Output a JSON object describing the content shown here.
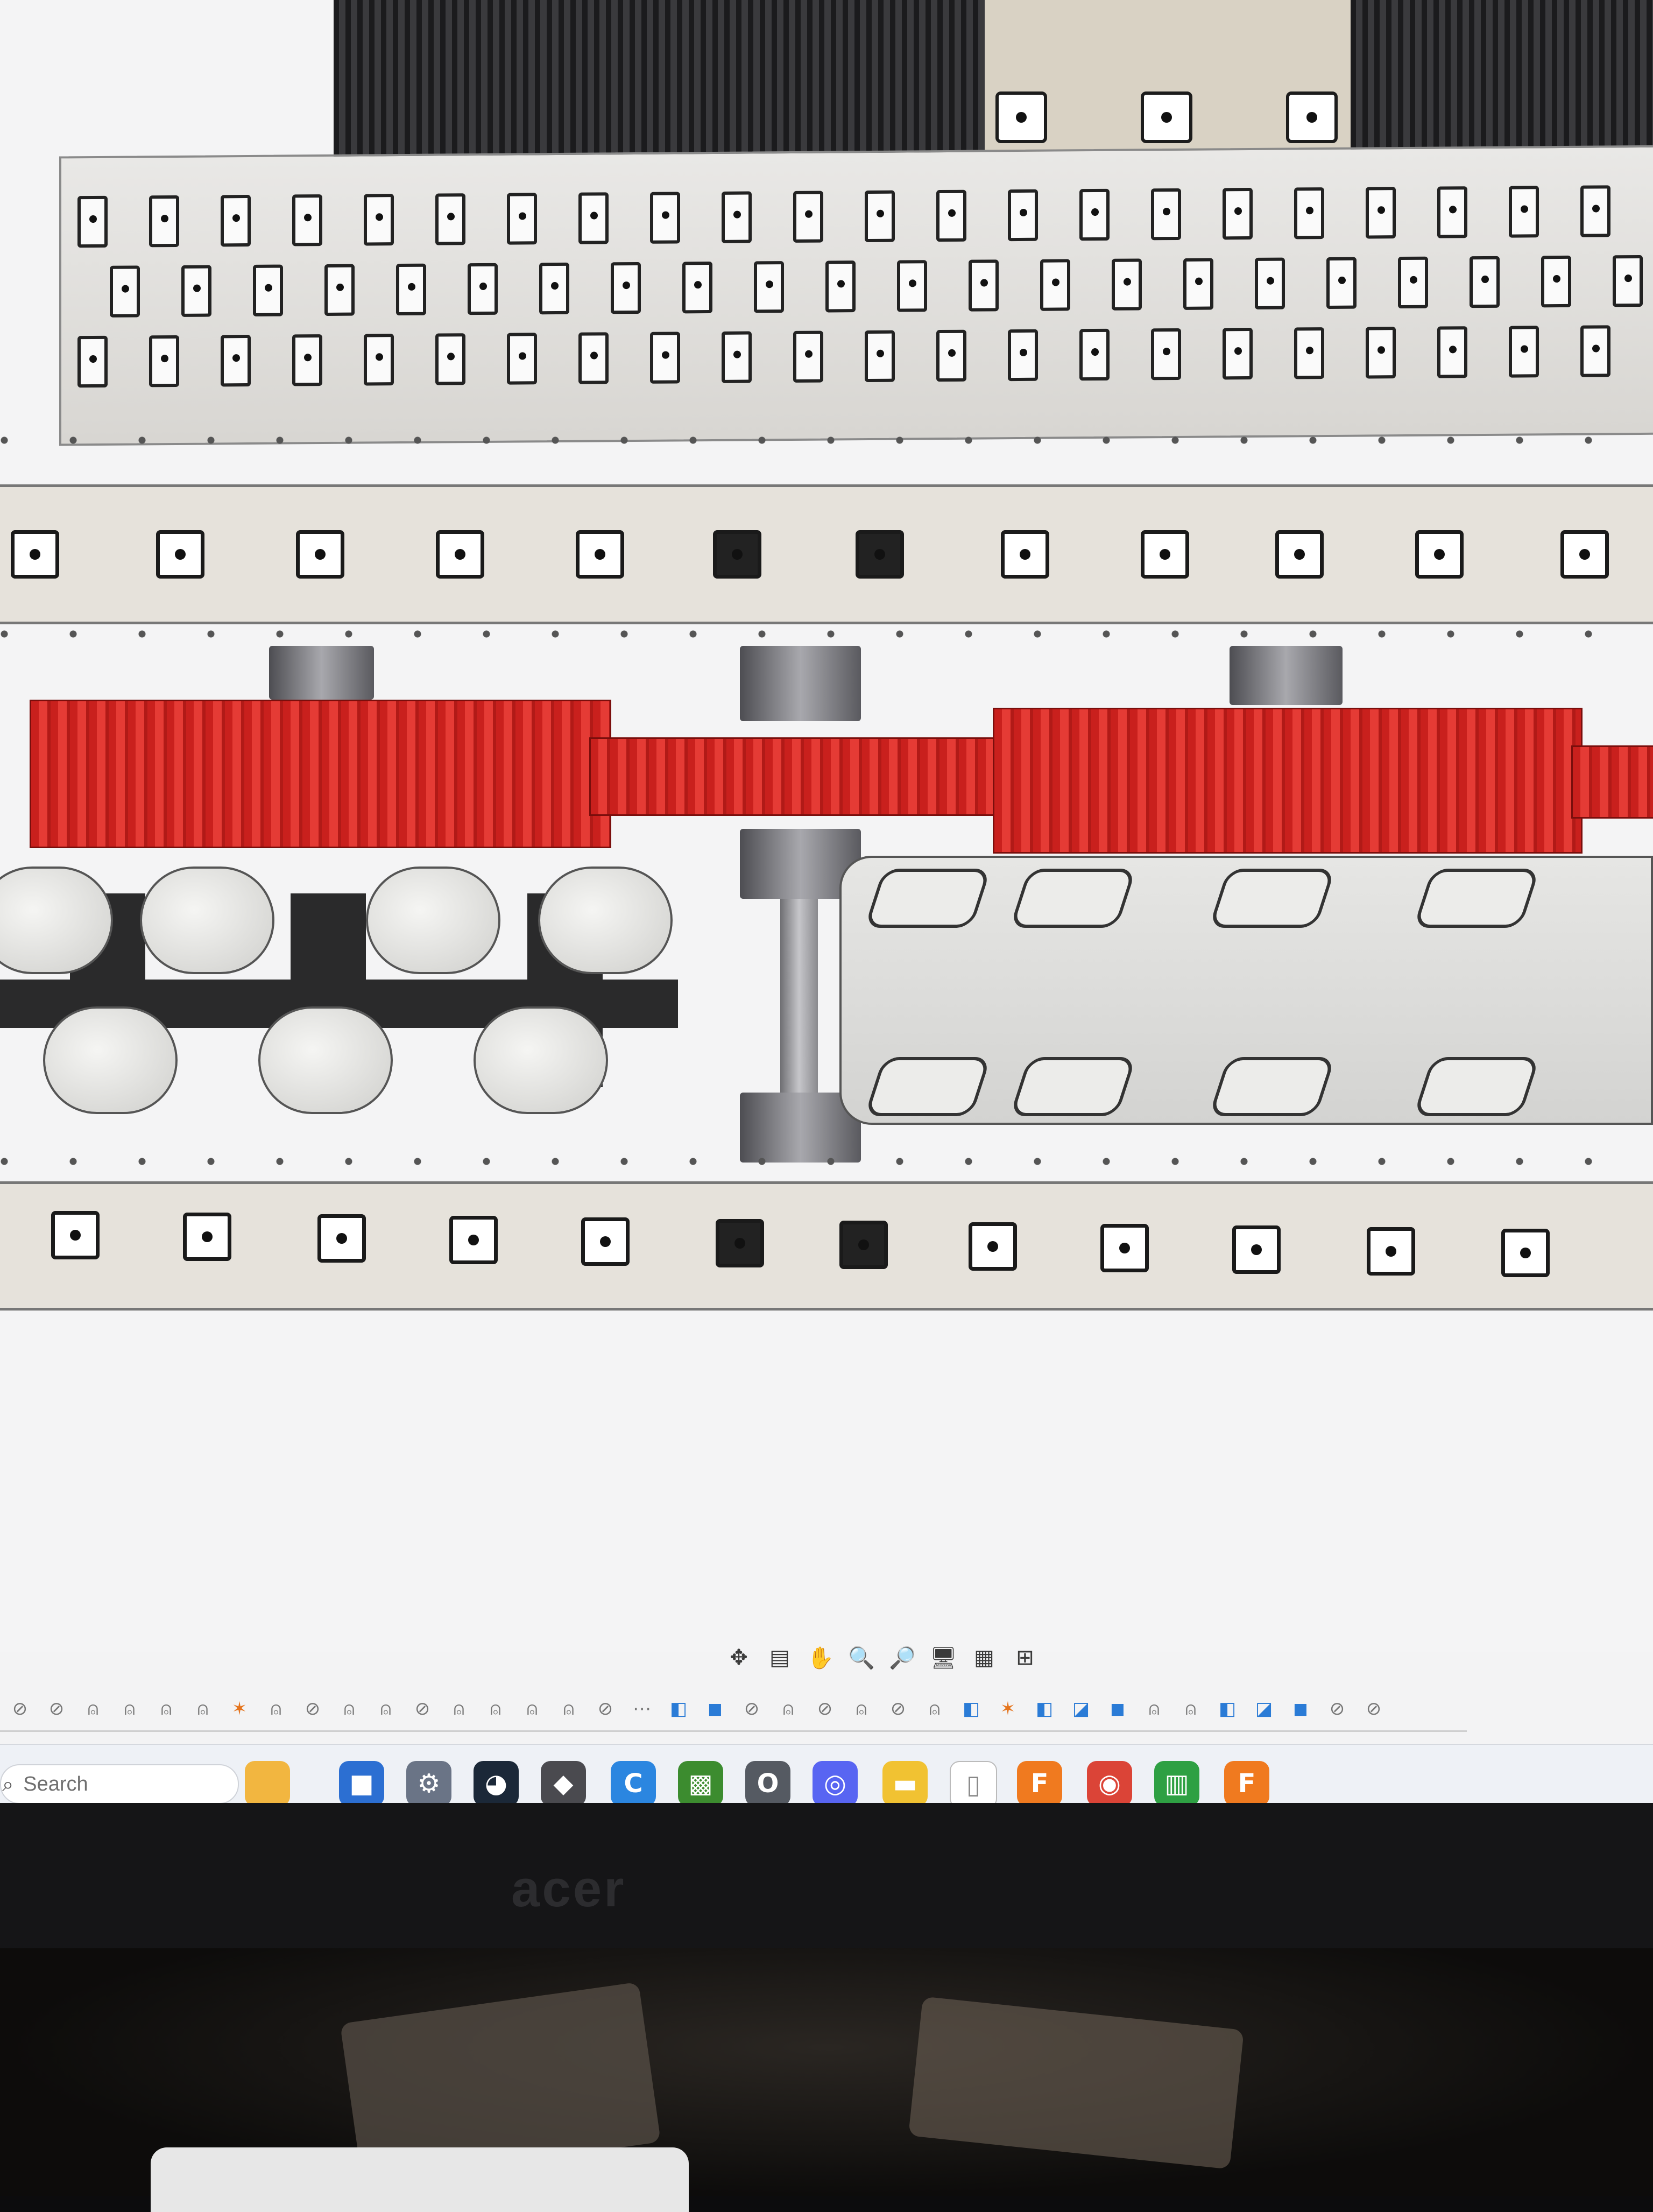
{
  "viewport": {
    "canvas_name": "cad-model-view"
  },
  "nav_toolbar": {
    "buttons": [
      {
        "name": "orbit",
        "glyph": "✥"
      },
      {
        "name": "look-at",
        "glyph": "▤"
      },
      {
        "name": "pan",
        "glyph": "✋"
      },
      {
        "name": "zoom",
        "glyph": "🔍"
      },
      {
        "name": "fit",
        "glyph": "🔎"
      },
      {
        "name": "display-settings",
        "glyph": "🖥"
      },
      {
        "name": "grid-snaps",
        "glyph": "▦"
      },
      {
        "name": "viewports",
        "glyph": "⊞"
      }
    ]
  },
  "timeline": {
    "items": [
      "⊘",
      "⊘",
      "⍝",
      "⍝",
      "⍝",
      "⍝",
      "✶",
      "⍝",
      "⊘",
      "⍝",
      "⍝",
      "⊘",
      "⍝",
      "⍝",
      "⍝",
      "⍝",
      "⊘",
      "⋯",
      "◧",
      "◼",
      "⊘",
      "⍝",
      "⊘",
      "⍝",
      "⊘",
      "⍝",
      "◧",
      "✶",
      "◧",
      "◪",
      "◼",
      "⍝",
      "⍝",
      "◧",
      "◪",
      "◼",
      "⊘",
      "⊘"
    ]
  },
  "taskbar": {
    "search_placeholder": "Search",
    "search_icon": "⌕",
    "apps": [
      {
        "name": "widgets",
        "label": "",
        "color": "#f2b640"
      },
      {
        "name": "store",
        "label": "■",
        "color": "#2c6fd2"
      },
      {
        "name": "settings",
        "label": "⚙",
        "color": "#6a7486"
      },
      {
        "name": "steam",
        "label": "◕",
        "color": "#1b2838"
      },
      {
        "name": "3d-app",
        "label": "◆",
        "color": "#4a4a4f"
      },
      {
        "name": "app-c",
        "label": "C",
        "color": "#2b86e0"
      },
      {
        "name": "minecraft",
        "label": "▩",
        "color": "#3c8c2f"
      },
      {
        "name": "app-o",
        "label": "O",
        "color": "#555a62"
      },
      {
        "name": "discord",
        "label": "◎",
        "color": "#5865f2"
      },
      {
        "name": "file-explorer",
        "label": "▬",
        "color": "#f1c232"
      },
      {
        "name": "document",
        "label": "▯",
        "color": "#ffffff"
      },
      {
        "name": "fusion-1",
        "label": "F",
        "color": "#f07a1f"
      },
      {
        "name": "chrome",
        "label": "◉",
        "color": "#db4437"
      },
      {
        "name": "app-green",
        "label": "▥",
        "color": "#2ea043"
      },
      {
        "name": "fusion-2",
        "label": "F",
        "color": "#f07a1f"
      }
    ]
  },
  "monitor": {
    "brand": "acer"
  }
}
